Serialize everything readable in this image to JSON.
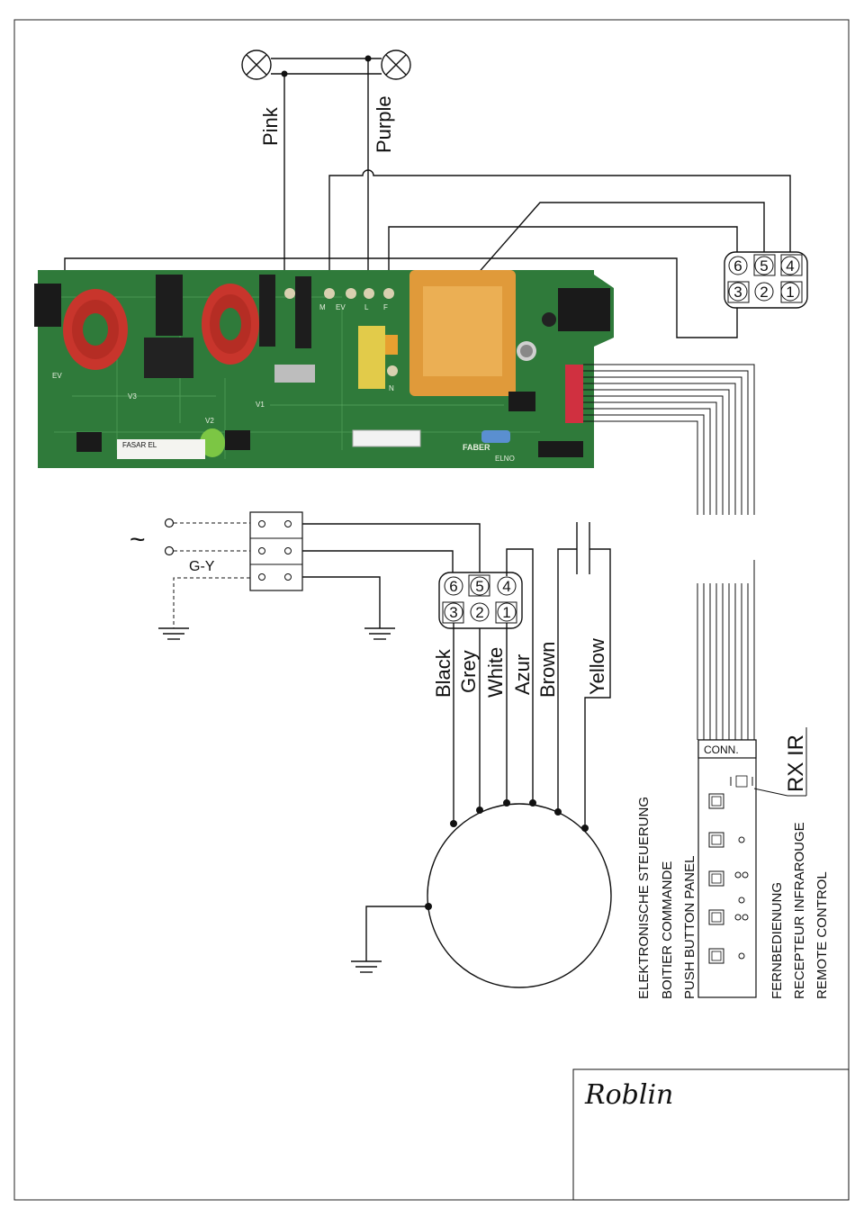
{
  "lamp_wires": {
    "pink": "Pink",
    "purple": "Purple"
  },
  "board": {
    "terminal_labels": [
      "M",
      "EV",
      "L",
      "F",
      "N"
    ],
    "silk_labels": [
      "EV",
      "V3",
      "V2",
      "V1"
    ],
    "board_name": "FASAR EL",
    "board_brand": "FABER",
    "board_code": "ELNO"
  },
  "connector_top": {
    "pins_top": [
      "6",
      "5",
      "4"
    ],
    "pins_bottom": [
      "3",
      "2",
      "1"
    ]
  },
  "connector_motor": {
    "pins_top": [
      "6",
      "5",
      "4"
    ],
    "pins_bottom": [
      "3",
      "2",
      "1"
    ]
  },
  "mains": {
    "ac_symbol": "~",
    "earth_label": "G-Y"
  },
  "motor_wires": [
    "Black",
    "Grey",
    "White",
    "Azur",
    "Brown",
    "Yellow"
  ],
  "remote_module": {
    "conn_label": "CONN.",
    "rx_label": "RX IR"
  },
  "captions": {
    "push_button_panel": [
      "ELEKTRONISCHE STEUERUNG",
      "BOITIER COMMANDE",
      "PUSH BUTTON PANEL"
    ],
    "remote_control": [
      "FERNBEDIENUNG",
      "RECEPTEUR INFRAROUGE",
      "REMOTE CONTROL"
    ]
  },
  "title_block": {
    "logo": "Roblin"
  },
  "colors": {
    "pcb": "#2f7a3a",
    "coil": "#c8352c",
    "transformer": "#e09a3a",
    "ribbon": "#d03040"
  }
}
